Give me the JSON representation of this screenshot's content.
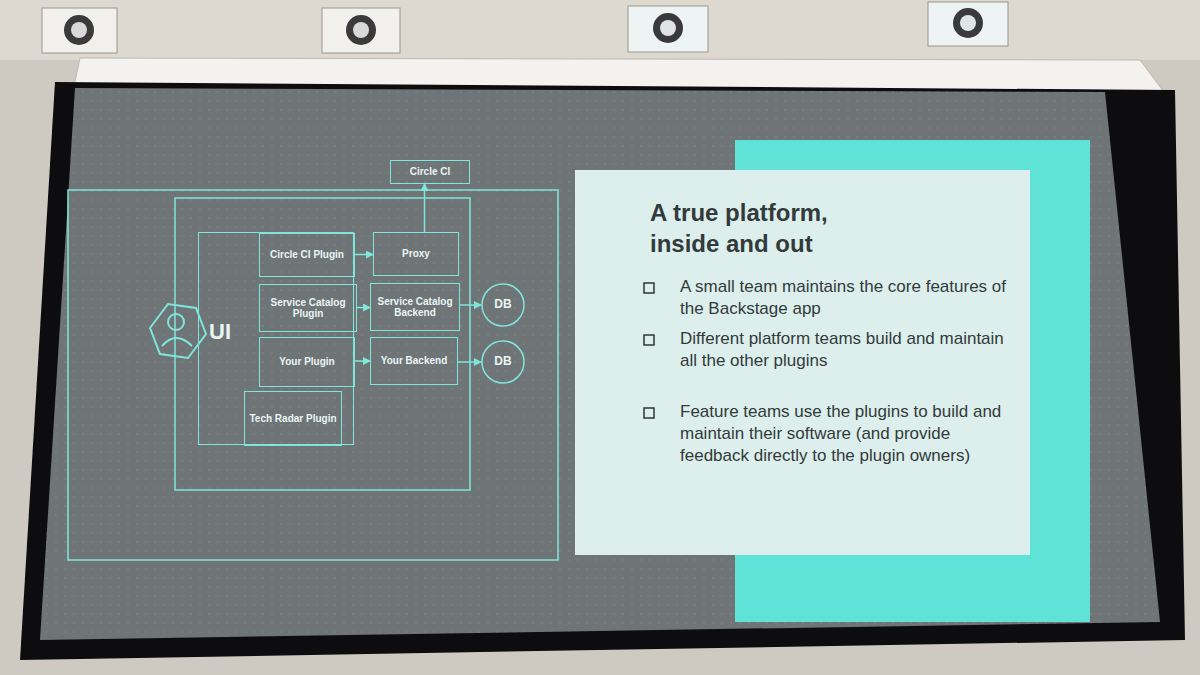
{
  "diagram": {
    "title": "A true platform, inside and out",
    "nodes": [
      {
        "text": [
          "Circle CI"
        ]
      },
      {
        "text": [
          "UI"
        ]
      },
      {
        "text": [
          "Circle CI Plugin"
        ],
        "in": 1
      },
      {
        "text": [
          "Proxy"
        ]
      },
      {
        "text": [
          "Service Catalog Plugin"
        ],
        "in": 1
      },
      {
        "text": [
          "Service Catalog Backend"
        ]
      },
      {
        "text": [
          "DB"
        ]
      },
      {
        "text": [
          "Your Plugin"
        ],
        "in": 1
      },
      {
        "text": [
          "Your Backend"
        ]
      },
      {
        "text": [
          "DB"
        ]
      },
      {
        "text": [
          "Tech Radar Plugin"
        ],
        "in": 1
      }
    ],
    "edges": [
      {
        "from": 2,
        "to": 3,
        "arrow": "to"
      },
      {
        "from": 3,
        "to": 0,
        "arrow": "to"
      },
      {
        "from": 4,
        "to": 5,
        "arrow": "to"
      },
      {
        "from": 5,
        "to": 6,
        "arrow": "to"
      },
      {
        "from": 7,
        "to": 8,
        "arrow": "to"
      },
      {
        "from": 8,
        "to": 9,
        "arrow": "to"
      }
    ],
    "labels": [
      "A small team maintains the core features of the Backstage app",
      "Different platform teams build and maintain all the other plugins",
      "Feature teams use the plugins to build and maintain their software (and provide feedback directly to the plugin owners)"
    ]
  }
}
